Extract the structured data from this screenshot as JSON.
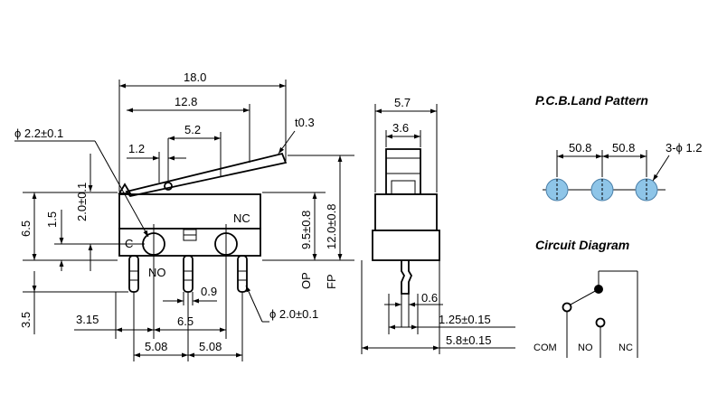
{
  "front_view": {
    "overall_length": "18.0",
    "lever_length": "12.8",
    "pivot_offset": "5.2",
    "tip_offset": "1.2",
    "lever_thickness": "t0.3",
    "mount_hole": "ϕ 2.2±0.1",
    "hole_offset": "2.0±0.1",
    "height": "6.5",
    "hole_height": "1.5",
    "op_position": "9.5±0.8",
    "fp_position": "12.0±0.8",
    "op_label": "OP",
    "fp_label": "FP",
    "label_c": "C",
    "label_nc": "NC",
    "label_no": "NO",
    "pin_gap": "0.9",
    "pin_hole": "ϕ 2.0±0.1",
    "pin_length": "3.5",
    "left_offset": "3.15",
    "hole_pitch": "6.5",
    "pin_pitch_1": "5.08",
    "pin_pitch_2": "5.08"
  },
  "side_view": {
    "width": "5.7",
    "plunger_width": "3.6",
    "pin_thickness": "0.6",
    "pin_width": "1.25±0.15",
    "body_width": "5.8±0.15"
  },
  "pcb": {
    "title": "P.C.B.Land Pattern",
    "pitch_1": "50.8",
    "pitch_2": "50.8",
    "holes": "3-ϕ 1.2"
  },
  "circuit": {
    "title": "Circuit Diagram",
    "com": "COM",
    "no": "NO",
    "nc": "NC"
  }
}
